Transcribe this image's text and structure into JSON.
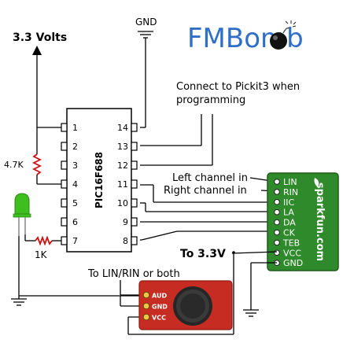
{
  "title": "FMBomb",
  "power": {
    "supply_label": "3.3 Volts",
    "gnd_label": "GND",
    "to_33_label": "To 3.3V"
  },
  "programming_note": "Connect to Pickit3 when\nprogramming",
  "chip": {
    "name": "PIC16F688",
    "left_pins": [
      "1",
      "2",
      "3",
      "4",
      "5",
      "6",
      "7"
    ],
    "right_pins": [
      "14",
      "13",
      "12",
      "11",
      "10",
      "9",
      "8"
    ]
  },
  "resistors": {
    "r1": "4.7K",
    "r2": "1K"
  },
  "board": {
    "brand": "sparkfun.com",
    "pins": [
      "LIN",
      "RIN",
      "IIC",
      "LA",
      "DA",
      "CK",
      "TEB",
      "VCC",
      "GND"
    ],
    "left_channel_label": "Left channel in",
    "right_channel_label": "Right channel in"
  },
  "mic": {
    "pins": [
      "AUD",
      "GND",
      "VCC"
    ],
    "note": "To LIN/RIN or both"
  },
  "colors": {
    "title_blue": "#2f6fc7",
    "board_green": "#2e8a2a",
    "board_text": "#ffffff",
    "mic_red": "#c62c22",
    "led_green": "#3fbf1f",
    "resistor_red": "#cc1111"
  }
}
